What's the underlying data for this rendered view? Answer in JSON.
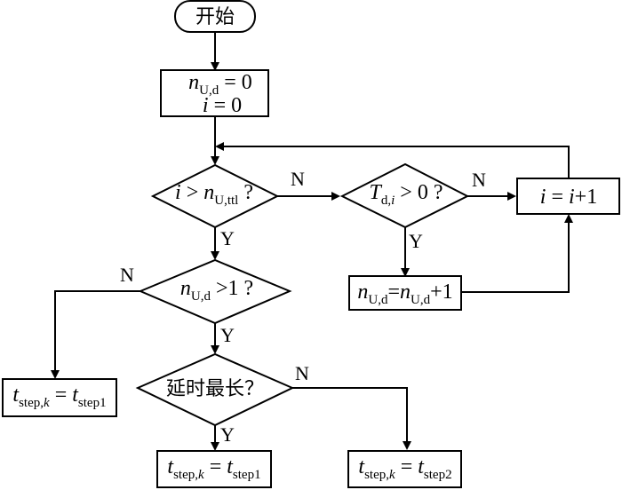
{
  "flowchart": {
    "start": "开始",
    "init": {
      "line1": {
        "var": "n",
        "sub": "U,d",
        "rest": " = 0"
      },
      "line2": {
        "var": "i",
        "rest": " = 0"
      }
    },
    "decision_ncount": {
      "var": "i",
      "op": " > ",
      "var2": "n",
      "sub2": "U,ttl",
      "rest": " ?"
    },
    "decision_td": {
      "var": "T",
      "sub": "d,",
      "sub_italic": "i",
      "rest": " > 0 ?"
    },
    "increment_i": {
      "var": "i",
      "op": " = ",
      "var2": "i",
      "rest": "+1"
    },
    "increment_n": {
      "var": "n",
      "sub": "U,d",
      "op": "=",
      "var2": "n",
      "sub2": "U,d",
      "rest": "+1"
    },
    "decision_n_gt1": {
      "var": "n",
      "sub": "U,d",
      "rest": " >1 ?"
    },
    "decision_longest": "延时最长？",
    "result_left": {
      "var": "t",
      "sub": "step,",
      "sub_italic": "k",
      "op": " = ",
      "var2": "t",
      "sub2": "step1"
    },
    "result_bottom_mid": {
      "var": "t",
      "sub": "step,",
      "sub_italic": "k",
      "op": " = ",
      "var2": "t",
      "sub2": "step1"
    },
    "result_bottom_right": {
      "var": "t",
      "sub": "step,",
      "sub_italic": "k",
      "op": " = ",
      "var2": "t",
      "sub2": "step2"
    },
    "labels": {
      "yes": "Y",
      "no": "N"
    }
  }
}
